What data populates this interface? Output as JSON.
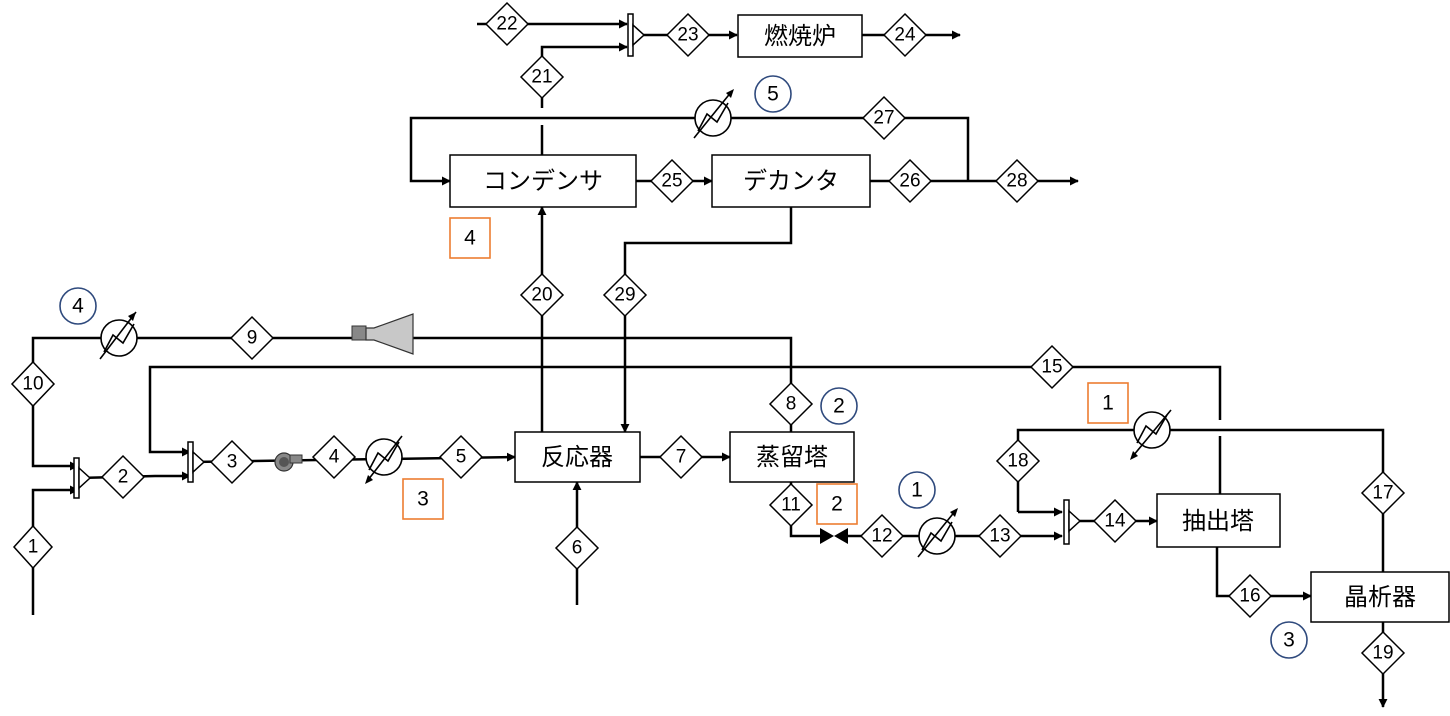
{
  "units": [
    {
      "id": "burner",
      "label": "燃焼炉"
    },
    {
      "id": "condenser",
      "label": "コンデンサ"
    },
    {
      "id": "decanter",
      "label": "デカンタ"
    },
    {
      "id": "reactor",
      "label": "反応器"
    },
    {
      "id": "distillation",
      "label": "蒸留塔"
    },
    {
      "id": "extraction",
      "label": "抽出塔"
    },
    {
      "id": "crystallizer",
      "label": "晶析器"
    }
  ],
  "streams": [
    "1",
    "2",
    "3",
    "4",
    "5",
    "6",
    "7",
    "8",
    "9",
    "10",
    "11",
    "12",
    "13",
    "14",
    "15",
    "16",
    "17",
    "18",
    "19",
    "20",
    "21",
    "22",
    "23",
    "24",
    "25",
    "26",
    "27",
    "28",
    "29"
  ],
  "heat_markers": [
    "1",
    "2",
    "3",
    "4",
    "5"
  ],
  "unit_markers": [
    "1",
    "2",
    "3",
    "4"
  ]
}
